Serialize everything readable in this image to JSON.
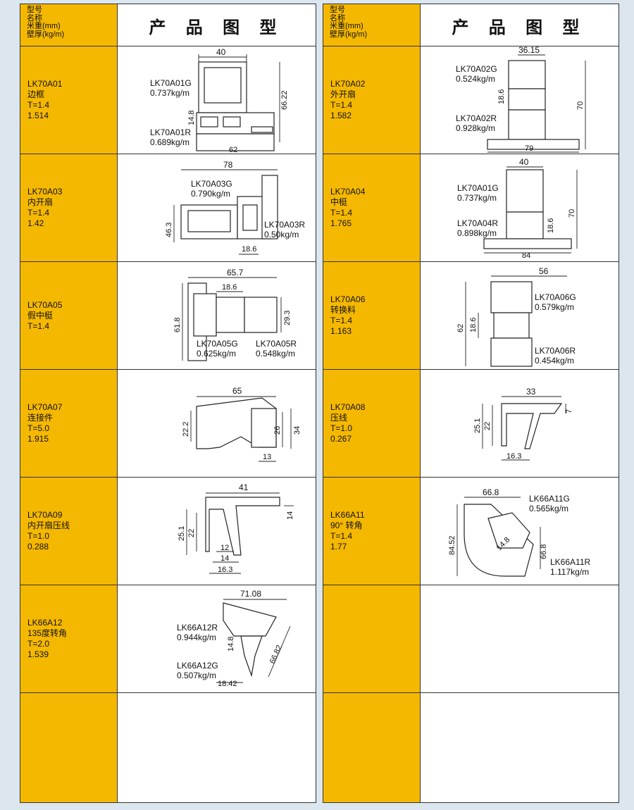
{
  "header": {
    "info_lines": [
      "型号",
      "名称",
      "米重(mm)",
      "壁厚(kg/m)"
    ],
    "title": "产 品 图 型"
  },
  "left": [
    {
      "model": "LK70A01",
      "name": "边框",
      "thickness": "T=1.4",
      "weight": "1.514",
      "labels": {
        "a": "LK70A01G",
        "a_w": "0.737kg/m",
        "b": "LK70A01R",
        "b_w": "0.689kg/m"
      },
      "dims": {
        "top": "40",
        "side": "66.22",
        "mid": "14.8",
        "bottom": "62"
      }
    },
    {
      "model": "LK70A03",
      "name": "内开扇",
      "thickness": "T=1.4",
      "weight": "1.42",
      "labels": {
        "a": "LK70A03G",
        "a_w": "0.790kg/m",
        "b": "LK70A03R",
        "b_w": "0.50kg/m"
      },
      "dims": {
        "top": "78",
        "side": "46.3",
        "bottom": "18.6"
      }
    },
    {
      "model": "LK70A05",
      "name": "假中梃",
      "thickness": "T=1.4",
      "weight": "",
      "labels": {
        "a": "LK70A05G",
        "a_w": "0.625kg/m",
        "b": "LK70A05R",
        "b_w": "0.548kg/m"
      },
      "dims": {
        "top": "65.7",
        "top2": "18.6",
        "side": "61.8",
        "right": "29.3"
      }
    },
    {
      "model": "LK70A07",
      "name": "连接件",
      "thickness": "T=5.0",
      "weight": "1.915",
      "dims": {
        "top": "65",
        "left": "22.2",
        "r1": "26",
        "r2": "34",
        "bottom": "13"
      }
    },
    {
      "model": "LK70A09",
      "name": "内开扇压线",
      "thickness": "T=1.0",
      "weight": "0.288",
      "dims": {
        "top": "41",
        "l1": "25.1",
        "l2": "22",
        "right": "14",
        "b1": "12",
        "b2": "14",
        "b3": "16.3"
      }
    },
    {
      "model": "LK66A12",
      "name": "135度转角",
      "thickness": "T=2.0",
      "weight": "1.539",
      "labels": {
        "a": "LK66A12R",
        "a_w": "0.944kg/m",
        "b": "LK66A12G",
        "b_w": "0.507kg/m"
      },
      "dims": {
        "top": "71.08",
        "mid": "14.8",
        "diag": "66.82",
        "bottom": "18.42"
      }
    },
    {
      "model": "",
      "name": "",
      "thickness": "",
      "weight": ""
    }
  ],
  "right": [
    {
      "model": "LK70A02",
      "name": "外开扇",
      "thickness": "T=1.4",
      "weight": "1.582",
      "labels": {
        "a": "LK70A02G",
        "a_w": "0.524kg/m",
        "b": "LK70A02R",
        "b_w": "0.928kg/m"
      },
      "dims": {
        "top": "36.15",
        "mid": "18.6",
        "side": "70",
        "bottom": "79"
      }
    },
    {
      "model": "LK70A04",
      "name": "中梃",
      "thickness": "T=1.4",
      "weight": "1.765",
      "labels": {
        "a": "LK70A01G",
        "a_w": "0.737kg/m",
        "b": "LK70A04R",
        "b_w": "0.898kg/m"
      },
      "dims": {
        "top": "40",
        "side": "70",
        "mid": "18.6",
        "bottom": "84"
      }
    },
    {
      "model": "LK70A06",
      "name": "转换料",
      "thickness": "T=1.4",
      "weight": "1.163",
      "labels": {
        "a": "LK70A06G",
        "a_w": "0.579kg/m",
        "b": "LK70A06R",
        "b_w": "0.454kg/m"
      },
      "dims": {
        "top": "56",
        "side": "62",
        "mid": "18.6"
      }
    },
    {
      "model": "LK70A08",
      "name": "压线",
      "thickness": "T=1.0",
      "weight": "0.267",
      "dims": {
        "top": "33",
        "l1": "25.1",
        "l2": "22",
        "right": "7",
        "bottom": "16.3"
      }
    },
    {
      "model": "LK66A11",
      "name": "90° 转角",
      "thickness": "T=1.4",
      "weight": "1.77",
      "labels": {
        "a": "LK66A11G",
        "a_w": "0.565kg/m",
        "b": "LK66A11R",
        "b_w": "1.117kg/m"
      },
      "dims": {
        "top": "66.8",
        "side": "84.52",
        "diag": "14.8",
        "right": "66.8"
      }
    },
    {
      "model": "",
      "name": "",
      "thickness": "",
      "weight": ""
    },
    {
      "model": "",
      "name": "",
      "thickness": "",
      "weight": ""
    }
  ]
}
